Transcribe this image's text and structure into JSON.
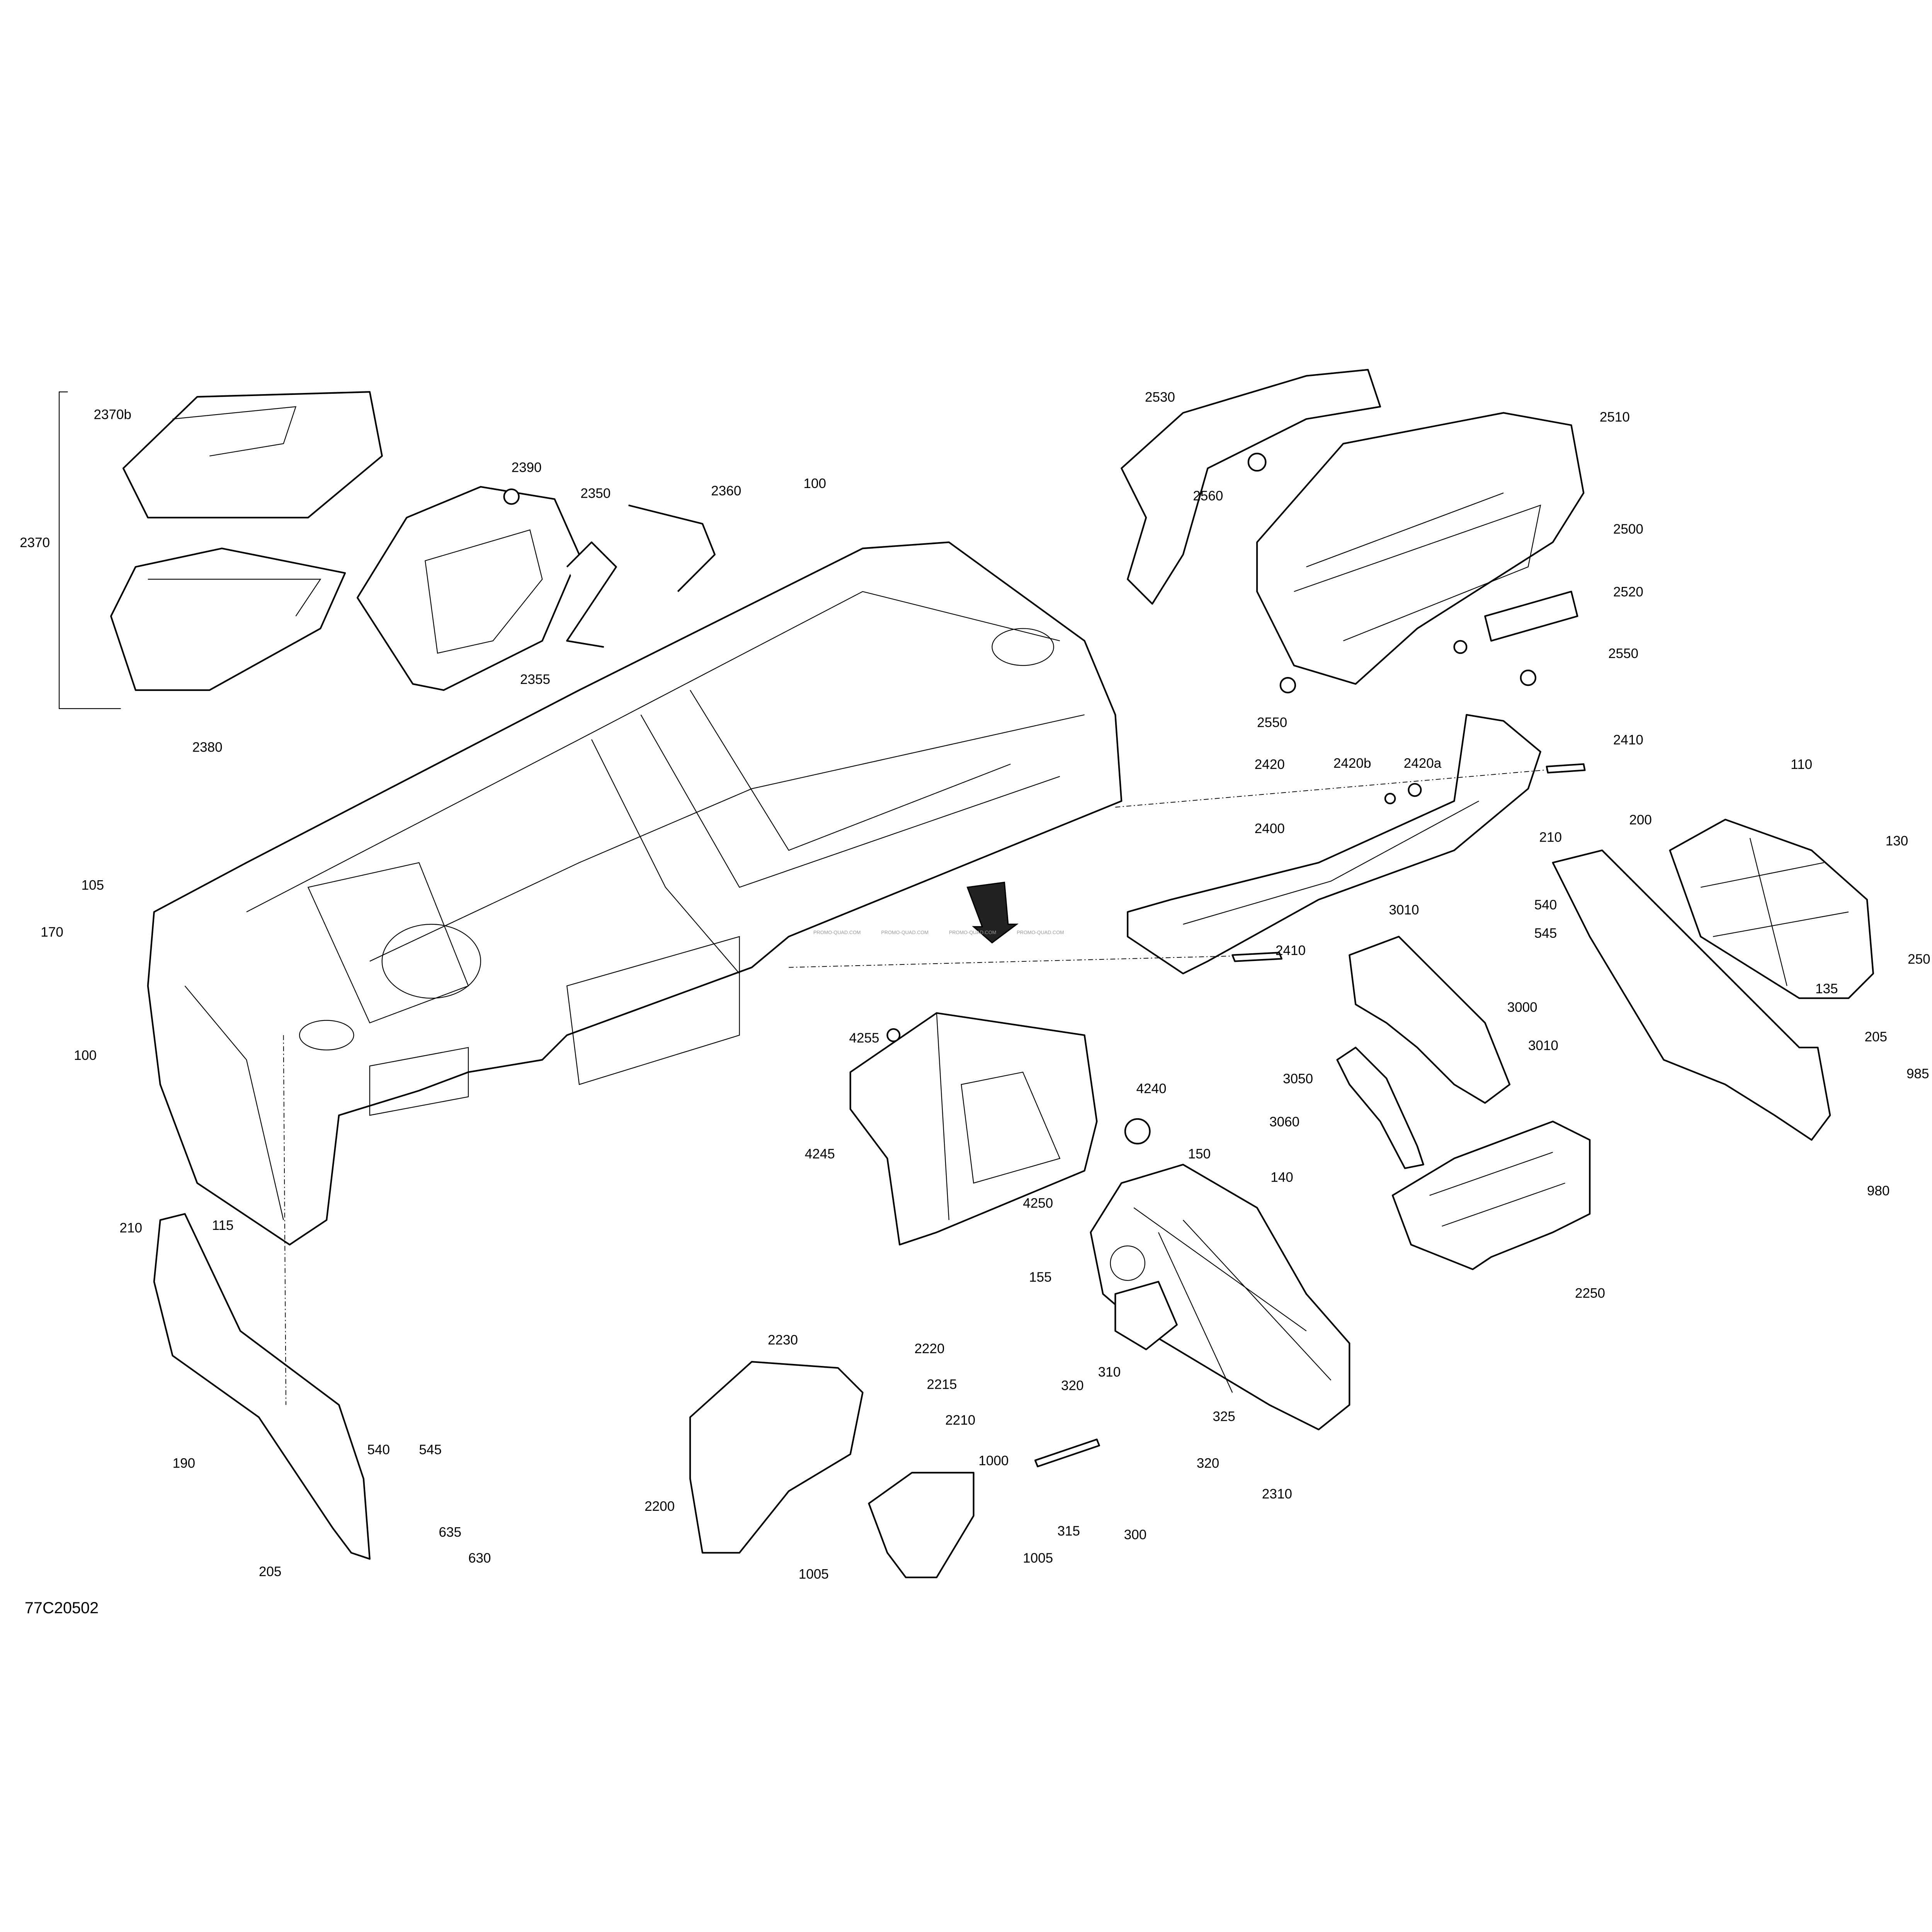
{
  "diagram_code": "77C20502",
  "watermark": "PROMO-QUAD.COM",
  "callouts": [
    "2370b",
    "2370",
    "2380",
    "2390",
    "2350",
    "2360",
    "2355",
    "100",
    "2530",
    "2510",
    "2560",
    "2500",
    "2520",
    "2550",
    "2550",
    "2420",
    "2420b",
    "2420a",
    "2410",
    "110",
    "130",
    "200",
    "210",
    "2400",
    "105",
    "170",
    "3010",
    "540",
    "545",
    "2410",
    "250",
    "135",
    "3000",
    "3010",
    "4255",
    "205",
    "985",
    "100",
    "3050",
    "4240",
    "3060",
    "150",
    "4245",
    "980",
    "140",
    "4250",
    "210",
    "115",
    "155",
    "2250",
    "2230",
    "2220",
    "310",
    "2215",
    "320",
    "325",
    "2210",
    "190",
    "320",
    "1000",
    "540",
    "545",
    "2200",
    "315",
    "300",
    "2310",
    "635",
    "205",
    "1005",
    "1005",
    "630"
  ]
}
